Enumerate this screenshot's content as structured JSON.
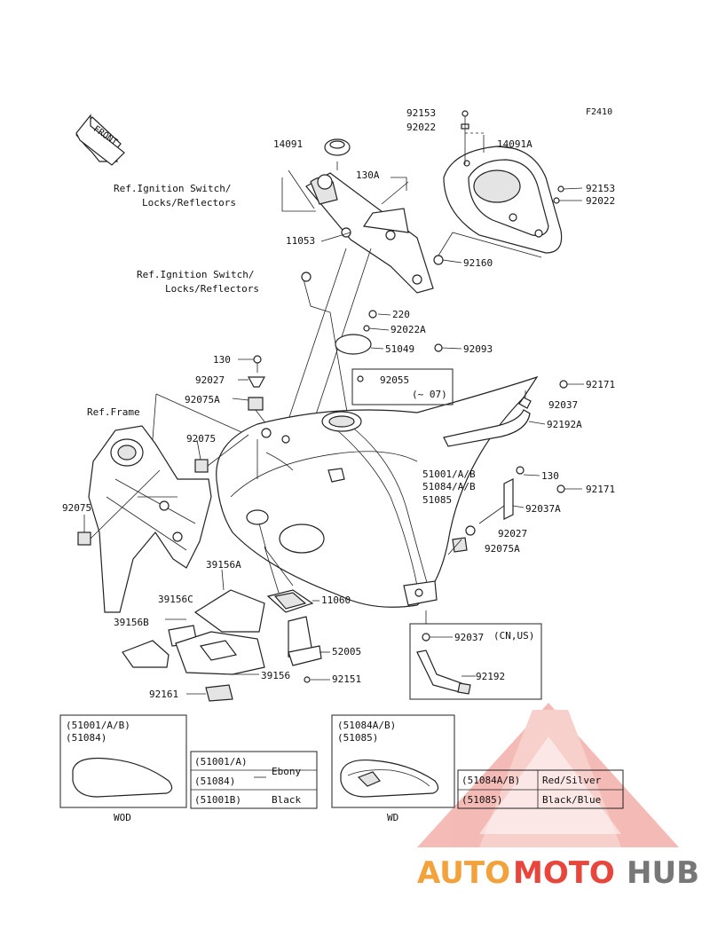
{
  "figure_code": "F2410",
  "front_label": "FRONT",
  "refs": {
    "ignition_1_line1": "Ref.Ignition Switch/",
    "ignition_1_line2": "Locks/Reflectors",
    "ignition_2_line1": "Ref.Ignition Switch/",
    "ignition_2_line2": "Locks/Reflectors",
    "frame": "Ref.Frame"
  },
  "parts": {
    "p92153_top": "92153",
    "p92022_top": "92022",
    "p14091": "14091",
    "p14091A": "14091A",
    "p130A": "130A",
    "p92153_r": "92153",
    "p92022_r": "92022",
    "p11053": "11053",
    "p92160": "92160",
    "p220": "220",
    "p92022A": "92022A",
    "p51049": "51049",
    "p92093": "92093",
    "p130_l": "130",
    "p92027_l": "92027",
    "p92075A_l": "92075A",
    "p92055": "92055",
    "p92055_note": "(~ 07)",
    "p92171_top": "92171",
    "p92037_top": "92037",
    "p92192A": "92192A",
    "p92075_a": "92075",
    "p92075_b": "92075",
    "p51001": "51001/A/B",
    "p51084": "51084/A/B",
    "p51085": "51085",
    "p130_r": "130",
    "p92171_r": "92171",
    "p92037A": "92037A",
    "p92027_r": "92027",
    "p92075A_r": "92075A",
    "p39156A": "39156A",
    "p39156C": "39156C",
    "p39156B": "39156B",
    "p11060": "11060",
    "p52005": "52005",
    "p39156": "39156",
    "p92151": "92151",
    "p92161": "92161",
    "p92037_b": "92037",
    "p92037_b_note": "(CN,US)",
    "p92192": "92192"
  },
  "insets": {
    "wod": {
      "line1": "(51001/A/B)",
      "line2": "(51084)",
      "caption": "WOD"
    },
    "wd": {
      "line1": "(51084A/B)",
      "line2": "(51085)",
      "caption": "WD"
    }
  },
  "color_table_1": [
    {
      "code": "(51001/A)",
      "color": "Ebony"
    },
    {
      "code": "(51084)",
      "color": ""
    },
    {
      "code": "(51001B)",
      "color": "Black"
    }
  ],
  "color_table_2": [
    {
      "code": "(51084A/B)",
      "color": "Red/Silver"
    },
    {
      "code": "(51085)",
      "color": "Black/Blue"
    }
  ],
  "watermark": {
    "part1": "AUTO",
    "part2": "MOTO",
    "part3": "HUB",
    "color_red": "#e8453c",
    "color_orange": "#f2a13b",
    "color_gray": "#777777"
  }
}
